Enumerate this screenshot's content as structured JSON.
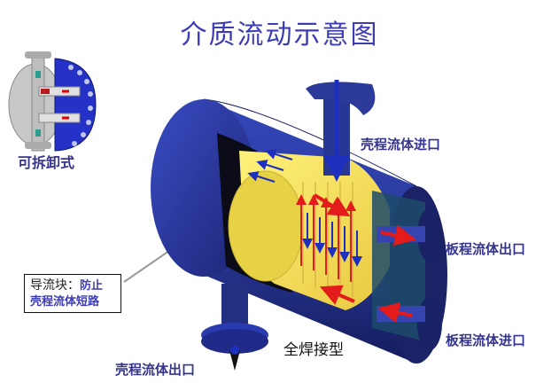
{
  "title": "介质流动示意图",
  "inset": {
    "label": "可拆卸式"
  },
  "callout": {
    "heading": "导流块：",
    "text_line1_suffix": "防止",
    "text_line2": "壳程流体短路"
  },
  "labels": {
    "shell_inlet": "壳程流体进口",
    "plate_outlet": "板程流体出口",
    "plate_inlet": "板程流体进口",
    "shell_outlet": "壳程流体出口",
    "welded_type": "全焊接型"
  },
  "colors": {
    "title": "#3c3cb4",
    "shell_blue": "#2b3a9e",
    "shell_dark": "#1a2266",
    "plate_yellow": "#f3e15a",
    "hot_arrow": "#e31b1b",
    "cold_arrow": "#1d2fbf",
    "label_text": "#35358f"
  }
}
